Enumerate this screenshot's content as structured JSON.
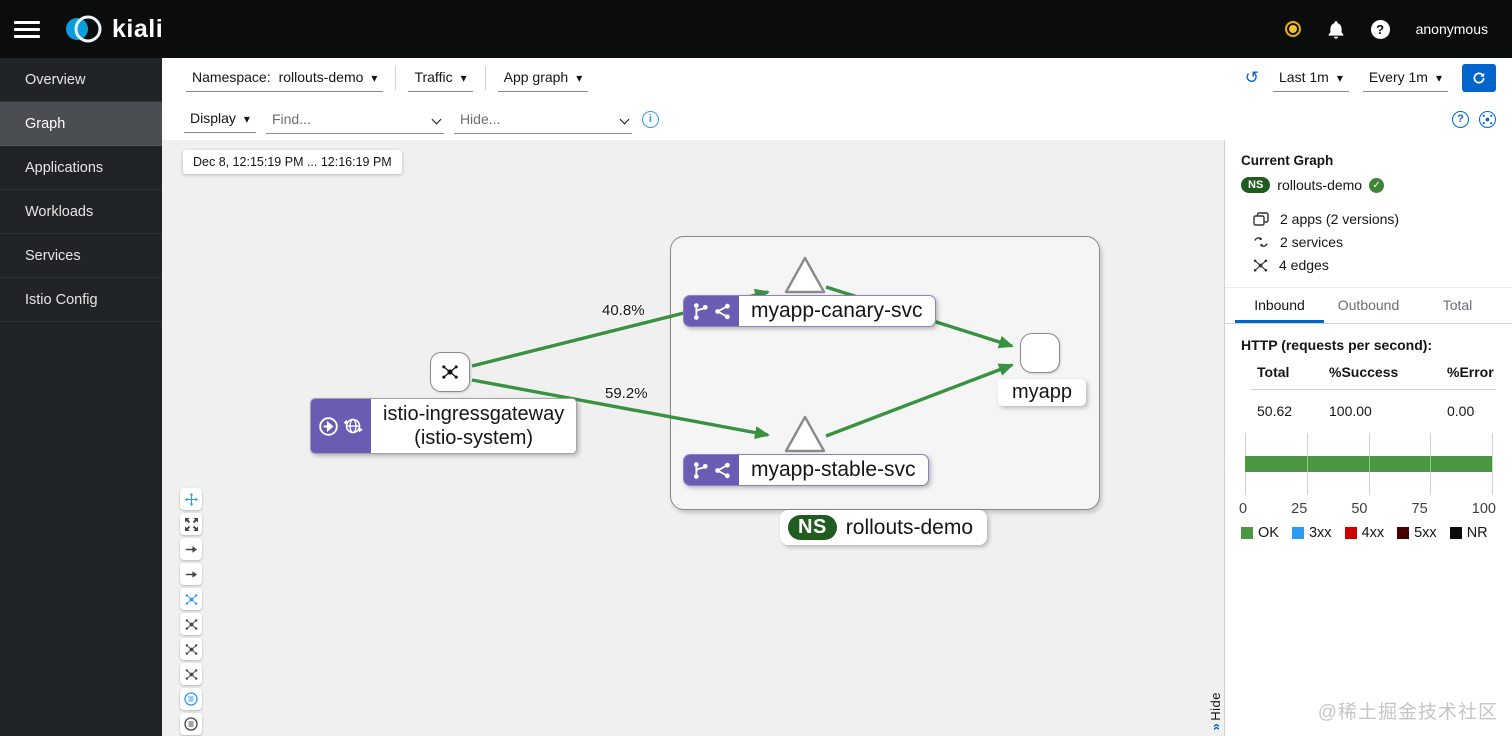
{
  "header": {
    "brand": "kiali",
    "user": "anonymous"
  },
  "sidebar": {
    "items": [
      {
        "label": "Overview"
      },
      {
        "label": "Graph"
      },
      {
        "label": "Applications"
      },
      {
        "label": "Workloads"
      },
      {
        "label": "Services"
      },
      {
        "label": "Istio Config"
      }
    ]
  },
  "toolbar": {
    "namespace_label": "Namespace:",
    "namespace_value": "rollouts-demo",
    "traffic_label": "Traffic",
    "graph_type_label": "App graph",
    "duration_label": "Last 1m",
    "refresh_interval_label": "Every 1m",
    "display_label": "Display",
    "find_placeholder": "Find...",
    "hide_placeholder": "Hide..."
  },
  "graph": {
    "time_range": "Dec 8, 12:15:19 PM ... 12:16:19 PM",
    "nodes": {
      "gateway_title": "istio-ingressgateway",
      "gateway_subtitle": "(istio-system)",
      "canary_label": "myapp-canary-svc",
      "stable_label": "myapp-stable-svc",
      "app_label": "myapp"
    },
    "edges": {
      "canary_pct": "40.8%",
      "stable_pct": "59.2%"
    },
    "namespace_badge": {
      "abbr": "NS",
      "label": "rollouts-demo"
    },
    "hide_label": "Hide"
  },
  "side_panel": {
    "title": "Current Graph",
    "namespace": {
      "abbr": "NS",
      "label": "rollouts-demo"
    },
    "stats": [
      {
        "label": "2 apps (2 versions)"
      },
      {
        "label": "2 services"
      },
      {
        "label": "4 edges"
      }
    ],
    "tabs": [
      {
        "label": "Inbound"
      },
      {
        "label": "Outbound"
      },
      {
        "label": "Total"
      }
    ],
    "http_title": "HTTP (requests per second):",
    "table": {
      "headers": [
        "Total",
        "%Success",
        "%Error"
      ],
      "values": [
        "50.62",
        "100.00",
        "0.00"
      ]
    }
  },
  "chart_data": {
    "type": "bar",
    "orientation": "horizontal",
    "series": [
      {
        "name": "OK",
        "value": 100
      }
    ],
    "xticks": [
      "0",
      "25",
      "50",
      "75",
      "100"
    ],
    "xlim": [
      0,
      100
    ],
    "grid": true,
    "legend_position": "bottom",
    "legend": [
      {
        "label": "OK",
        "color": "#4a9641"
      },
      {
        "label": "3xx",
        "color": "#2b9af3"
      },
      {
        "label": "4xx",
        "color": "#cc0000"
      },
      {
        "label": "5xx",
        "color": "#470000"
      },
      {
        "label": "NR",
        "color": "#0b0d0d"
      }
    ]
  },
  "colors": {
    "accent_blue": "#0066cc",
    "edge_green": "#389241",
    "node_purple": "#695cb2",
    "namespace_green": "#205c20"
  },
  "watermark": "@稀土掘金技术社区"
}
